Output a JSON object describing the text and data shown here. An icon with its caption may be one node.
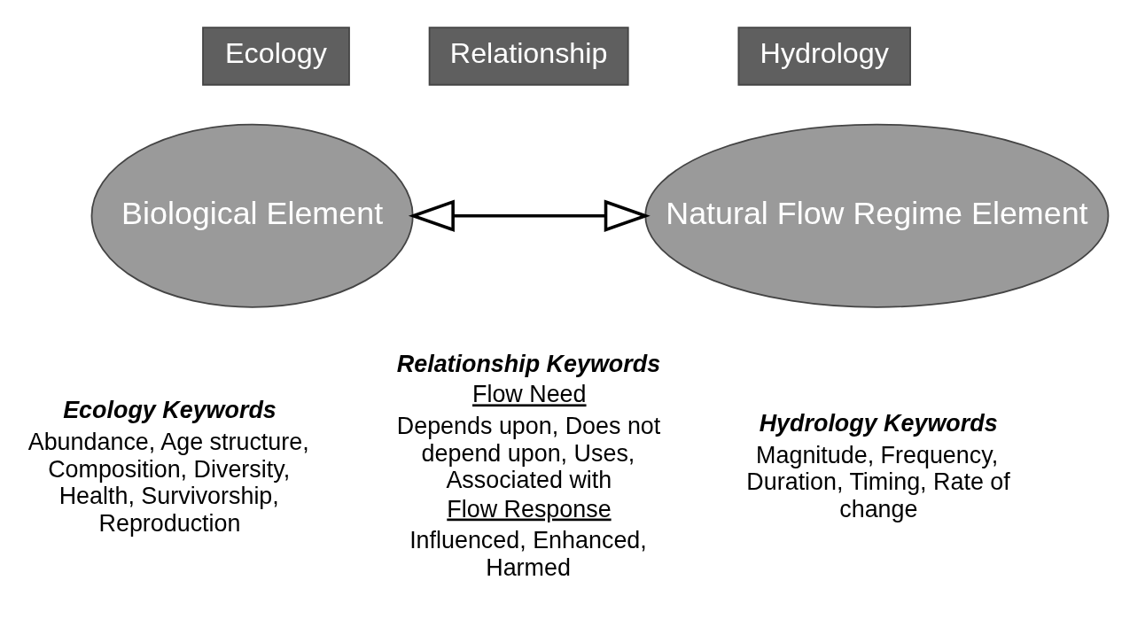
{
  "diagram": {
    "nodes": [
      {
        "text": [
          "Ecology"
        ]
      },
      {
        "text": [
          "Biological Element"
        ]
      },
      {
        "text": [
          "Relationship"
        ]
      },
      {
        "text": [
          "Hydrology"
        ]
      },
      {
        "text": [
          "Natural Flow Regime Element"
        ]
      }
    ],
    "edges": [
      {
        "from": 1,
        "to": 4,
        "arrow": "both"
      }
    ],
    "labels": [
      "Ecology Keywords",
      "Abundance, Age structure, Composition, Diversity, Health, Survivorship, Reproduction",
      "Relationship Keywords",
      "Flow Need",
      "Depends upon, Does not depend upon, Uses, Associated with",
      "Flow Response",
      "Influenced, Enhanced, Harmed",
      "Hydrology Keywords",
      "Magnitude, Frequency, Duration, Timing, Rate of change"
    ]
  }
}
